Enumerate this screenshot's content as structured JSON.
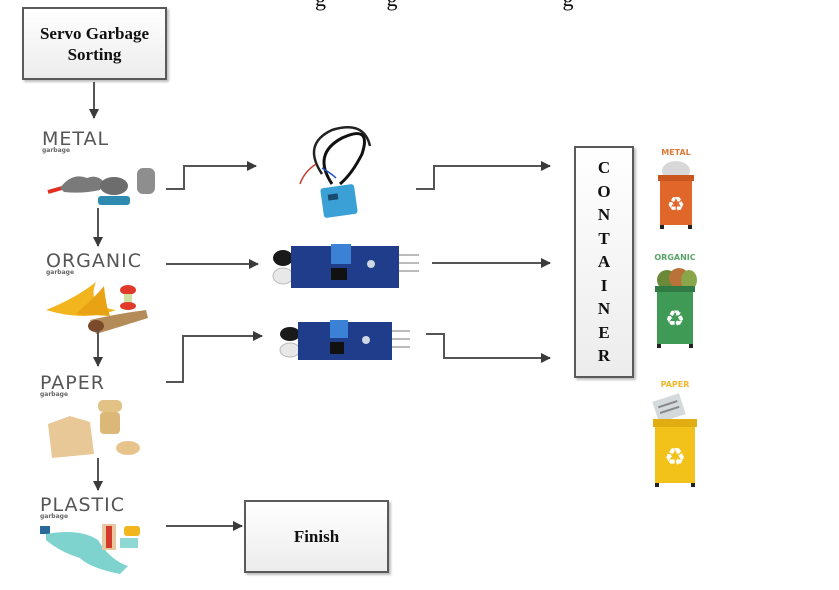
{
  "diagram": {
    "title_fragment": "g           g                              g",
    "start": {
      "label_line1": "Servo Garbage",
      "label_line2": "Sorting"
    },
    "finish": {
      "label": "Finish"
    },
    "container": {
      "letters": [
        "C",
        "O",
        "N",
        "T",
        "A",
        "I",
        "N",
        "E",
        "R"
      ]
    },
    "categories": [
      {
        "label": "METAL",
        "sublabel": "garbage"
      },
      {
        "label": "ORGANIC",
        "sublabel": "garbage"
      },
      {
        "label": "PAPER",
        "sublabel": "garbage"
      },
      {
        "label": "PLASTIC",
        "sublabel": "garbage"
      }
    ],
    "sensors": [
      {
        "type": "inductive-proximity-sensor"
      },
      {
        "type": "infrared-obstacle-sensor"
      },
      {
        "type": "infrared-obstacle-sensor"
      }
    ],
    "bins": [
      {
        "label": "METAL",
        "color": "#e0662a",
        "label_color": "#e07a3a"
      },
      {
        "label": "ORGANIC",
        "color": "#3f9a55",
        "label_color": "#5aa36a"
      },
      {
        "label": "PAPER",
        "color": "#f2c21b",
        "label_color": "#f0b72a"
      }
    ]
  }
}
